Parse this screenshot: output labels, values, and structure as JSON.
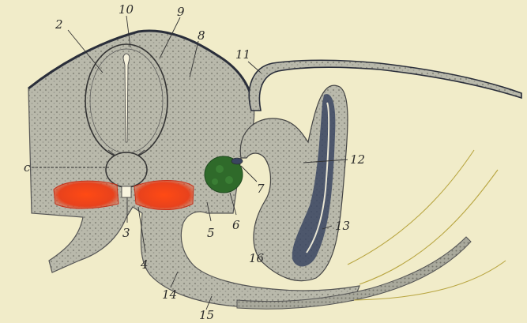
{
  "labels": {
    "l1": "c",
    "l2": "2",
    "l3": "3",
    "l4": "4",
    "l5": "5",
    "l6": "6",
    "l7": "7",
    "l8": "8",
    "l9": "9",
    "l10": "10",
    "l11": "11",
    "l12": "12",
    "l13": "13",
    "l14": "14",
    "l15": "15",
    "l16": "16"
  },
  "colors": {
    "background": "#f1ecc9",
    "tissue": "#b8b8aa",
    "vessel_red": "#e8401c",
    "ganglion_green": "#2f6a2a",
    "duct_blue": "#3a4560"
  }
}
